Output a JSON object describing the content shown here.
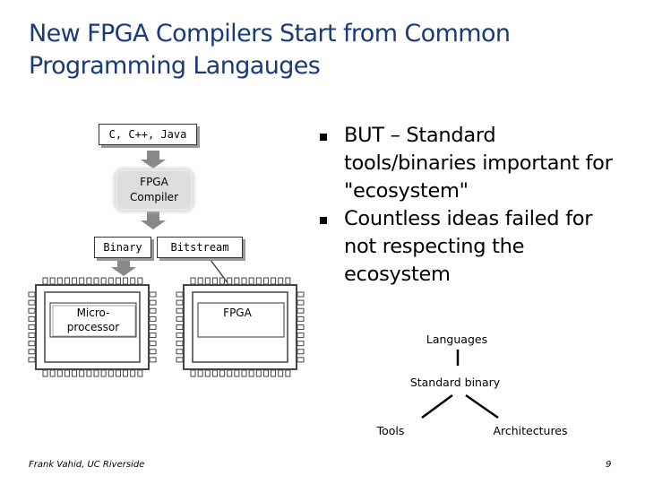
{
  "title": "New FPGA Compilers Start from Common Programming Langauges",
  "bullets": [
    "BUT – Standard tools/binaries important for \"ecosystem\"",
    "Countless ideas failed for not respecting the ecosystem"
  ],
  "flow": {
    "source_box": "C, C++, Java",
    "compiler": "FPGA Compiler",
    "binary_box": "Binary",
    "bitstream_box": "Bitstream",
    "microprocessor": "Micro-processor",
    "fpga": "FPGA"
  },
  "tree": {
    "root": "Languages",
    "middle": "Standard binary",
    "left": "Tools",
    "right": "Architectures"
  },
  "footer": {
    "author": "Frank Vahid, UC Riverside",
    "page": "9"
  }
}
